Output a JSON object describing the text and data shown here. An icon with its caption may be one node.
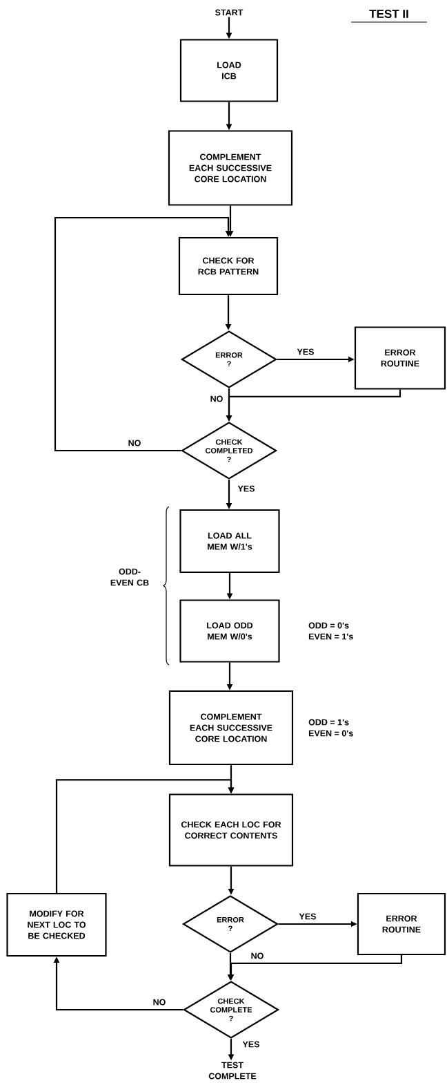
{
  "diagram": {
    "title": "TEST II",
    "nodes": [
      {
        "text": [
          "START"
        ]
      },
      {
        "text": [
          "LOAD ICB"
        ]
      },
      {
        "text": [
          "COMPLEMENT EACH SUCCESSIVE CORE LOCATION"
        ]
      },
      {
        "text": [
          "CHECK FOR RCB PATTERN"
        ]
      },
      {
        "text": [
          "ERROR ?"
        ]
      },
      {
        "text": [
          "ERROR ROUTINE"
        ]
      },
      {
        "text": [
          "CHECK COMPLETED ?"
        ]
      },
      {
        "text": [
          "LOAD ALL MEM W/1's"
        ]
      },
      {
        "text": [
          "LOAD ODD MEM W/0's"
        ],
        "beside": [
          "ODD = 0's",
          "EVEN = 1's"
        ]
      },
      {
        "text": [
          "COMPLEMENT EACH SUCCESSIVE CORE LOCATION"
        ],
        "beside": [
          "ODD = 1's",
          "EVEN = 0's"
        ]
      },
      {
        "text": [
          "CHECK EACH LOC FOR CORRECT CONTENTS"
        ]
      },
      {
        "text": [
          "ERROR ?"
        ]
      },
      {
        "text": [
          "ERROR ROUTINE"
        ]
      },
      {
        "text": [
          "MODIFY FOR NEXT LOC TO BE CHECKED"
        ]
      },
      {
        "text": [
          "CHECK COMPLETE ?"
        ]
      },
      {
        "text": [
          "TEST COMPLETE"
        ]
      }
    ],
    "edges": [
      {
        "from": 0,
        "to": 1,
        "arrow": "to"
      },
      {
        "from": 1,
        "to": 2,
        "arrow": "to"
      },
      {
        "from": 2,
        "to": 3,
        "arrow": "to"
      },
      {
        "from": 3,
        "to": 4,
        "arrow": "to"
      },
      {
        "from": 4,
        "to": 5,
        "arrow": "to",
        "label": "YES"
      },
      {
        "from": 4,
        "to": 6,
        "arrow": "to",
        "label": "NO"
      },
      {
        "from": 5,
        "to": 6,
        "arrow": "to"
      },
      {
        "from": 6,
        "to": 3,
        "arrow": "to",
        "label": "NO"
      },
      {
        "from": 6,
        "to": 7,
        "arrow": "to",
        "label": "YES"
      },
      {
        "from": 7,
        "to": 8,
        "arrow": "to"
      },
      {
        "from": 8,
        "to": 9,
        "arrow": "to"
      },
      {
        "from": 9,
        "to": 10,
        "arrow": "to"
      },
      {
        "from": 10,
        "to": 11,
        "arrow": "to"
      },
      {
        "from": 11,
        "to": 12,
        "arrow": "to",
        "label": "YES"
      },
      {
        "from": 11,
        "to": 14,
        "arrow": "to"
      },
      {
        "from": 12,
        "to": 14,
        "arrow": "to",
        "label": "NO"
      },
      {
        "from": 14,
        "to": 13,
        "arrow": "to",
        "label": "NO"
      },
      {
        "from": 13,
        "to": 10,
        "arrow": "to"
      },
      {
        "from": 14,
        "to": 15,
        "arrow": "to",
        "label": "YES"
      }
    ],
    "labels": [
      "ODD-EVEN CB"
    ]
  }
}
